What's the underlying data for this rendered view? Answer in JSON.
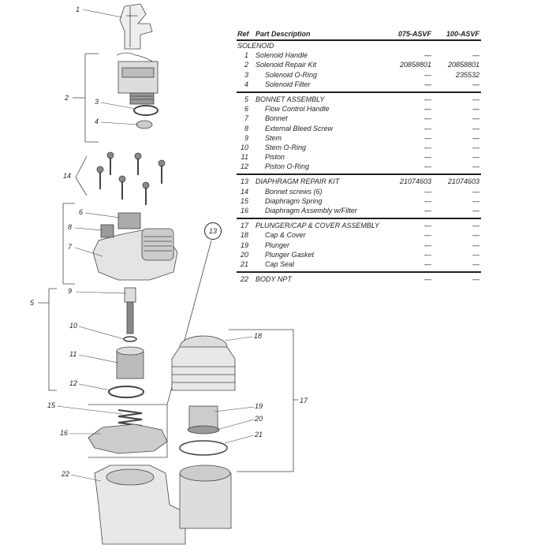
{
  "table": {
    "headers": {
      "ref": "Ref",
      "description": "Part Description",
      "col1": "075-ASVF",
      "col2": "100-ASVF"
    },
    "groups": [
      {
        "rows": [
          {
            "ref": "",
            "desc": "SOLENOID",
            "c1": "",
            "c2": "",
            "level": 0
          },
          {
            "ref": "1",
            "desc": "Solenoid Handle",
            "c1": "—",
            "c2": "—",
            "level": 0
          },
          {
            "ref": "2",
            "desc": "Solenoid Repair Kit",
            "c1": "20858801",
            "c2": "20858801",
            "level": 0
          },
          {
            "ref": "3",
            "desc": "Solenoid O-Ring",
            "c1": "—",
            "c2": "235532",
            "level": 1
          },
          {
            "ref": "4",
            "desc": "Solenoid Filter",
            "c1": "—",
            "c2": "—",
            "level": 1
          }
        ]
      },
      {
        "rows": [
          {
            "ref": "5",
            "desc": "BONNET ASSEMBLY",
            "c1": "—",
            "c2": "—",
            "level": 0
          },
          {
            "ref": "6",
            "desc": "Flow Control Handle",
            "c1": "—",
            "c2": "—",
            "level": 1
          },
          {
            "ref": "7",
            "desc": "Bonnet",
            "c1": "—",
            "c2": "—",
            "level": 1
          },
          {
            "ref": "8",
            "desc": "External Bleed Screw",
            "c1": "—",
            "c2": "—",
            "level": 1
          },
          {
            "ref": "9",
            "desc": "Stem",
            "c1": "—",
            "c2": "—",
            "level": 1
          },
          {
            "ref": "10",
            "desc": "Stem O-Ring",
            "c1": "—",
            "c2": "—",
            "level": 1
          },
          {
            "ref": "11",
            "desc": "Piston",
            "c1": "—",
            "c2": "—",
            "level": 1
          },
          {
            "ref": "12",
            "desc": "Piston O-Ring",
            "c1": "—",
            "c2": "—",
            "level": 1
          }
        ]
      },
      {
        "rows": [
          {
            "ref": "13",
            "desc": "DIAPHRAGM REPAIR KIT",
            "c1": "21074603",
            "c2": "21074603",
            "level": 0
          },
          {
            "ref": "14",
            "desc": "Bonnet screws (6)",
            "c1": "—",
            "c2": "—",
            "level": 1
          },
          {
            "ref": "15",
            "desc": "Diaphragm Spring",
            "c1": "—",
            "c2": "—",
            "level": 1
          },
          {
            "ref": "16",
            "desc": "Diaphragm Assembly w/Filter",
            "c1": "—",
            "c2": "—",
            "level": 1
          }
        ]
      },
      {
        "rows": [
          {
            "ref": "17",
            "desc": "PLUNGER/CAP & COVER ASSEMBLY",
            "c1": "—",
            "c2": "—",
            "level": 0
          },
          {
            "ref": "18",
            "desc": "Cap & Cover",
            "c1": "—",
            "c2": "—",
            "level": 1
          },
          {
            "ref": "19",
            "desc": "Plunger",
            "c1": "—",
            "c2": "—",
            "level": 1
          },
          {
            "ref": "20",
            "desc": "Plunger Gasket",
            "c1": "—",
            "c2": "—",
            "level": 1
          },
          {
            "ref": "21",
            "desc": "Cap Seal",
            "c1": "—",
            "c2": "—",
            "level": 1
          }
        ]
      },
      {
        "rows": [
          {
            "ref": "22",
            "desc": "BODY NPT",
            "c1": "—",
            "c2": "—",
            "level": 0
          }
        ]
      }
    ]
  },
  "callouts": {
    "c1": "1",
    "c2": "2",
    "c3": "3",
    "c4": "4",
    "c5": "5",
    "c6": "6",
    "c7": "7",
    "c8": "8",
    "c9": "9",
    "c10": "10",
    "c11": "11",
    "c12": "12",
    "c13": "13",
    "c14": "14",
    "c15": "15",
    "c16": "16",
    "c17": "17",
    "c18": "18",
    "c19": "19",
    "c20": "20",
    "c21": "21",
    "c22": "22"
  }
}
